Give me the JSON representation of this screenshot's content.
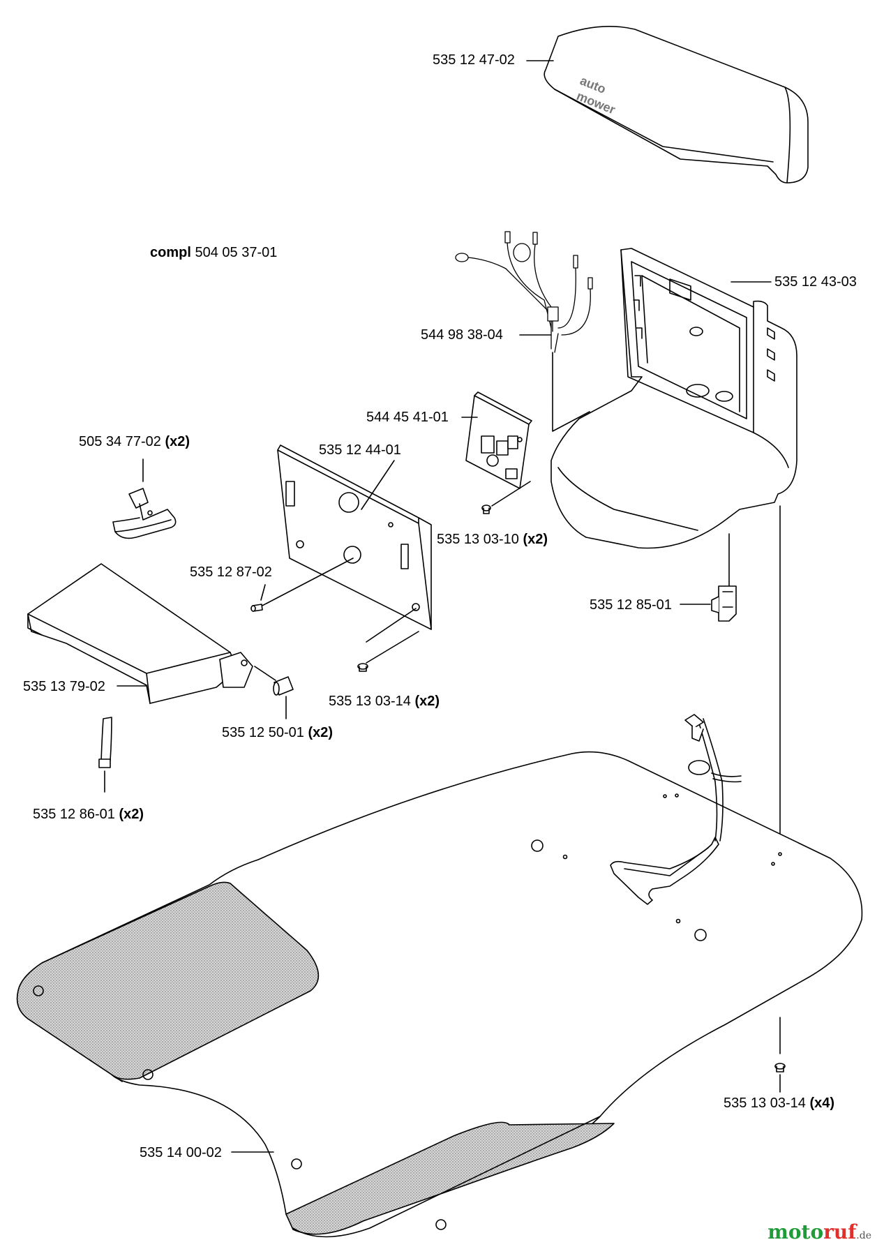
{
  "compl": {
    "prefix": "compl",
    "number": "504 05 37-01"
  },
  "cover_logo_text": [
    "auto",
    "mower"
  ],
  "parts": [
    {
      "id": "cover",
      "number": "535 12 47-02",
      "qty": ""
    },
    {
      "id": "housing",
      "number": "535 12 43-03",
      "qty": ""
    },
    {
      "id": "cable",
      "number": "544 98 38-04",
      "qty": ""
    },
    {
      "id": "pcb",
      "number": "544 45 41-01",
      "qty": ""
    },
    {
      "id": "bracket",
      "number": "505 34 77-02",
      "qty": "(x2)"
    },
    {
      "id": "plate",
      "number": "535 12 44-01",
      "qty": ""
    },
    {
      "id": "screw-pcb",
      "number": "535 13 03-10",
      "qty": "(x2)"
    },
    {
      "id": "pin",
      "number": "535 12 87-02",
      "qty": ""
    },
    {
      "id": "connector",
      "number": "535 12 85-01",
      "qty": ""
    },
    {
      "id": "lid",
      "number": "535 13 79-02",
      "qty": ""
    },
    {
      "id": "screw-plate",
      "number": "535 13 03-14",
      "qty": "(x2)"
    },
    {
      "id": "sleeve",
      "number": "535 12 50-01",
      "qty": "(x2)"
    },
    {
      "id": "strip",
      "number": "535 12 86-01",
      "qty": "(x2)"
    },
    {
      "id": "screw-base",
      "number": "535 13 03-14",
      "qty": "(x4)"
    },
    {
      "id": "base-plate",
      "number": "535 14 00-02",
      "qty": ""
    }
  ],
  "watermark": {
    "brand_a": "moto",
    "brand_b": "ruf",
    "suffix": ".de"
  },
  "colors": {
    "line": "#000000",
    "shade": "#bdbdbd",
    "brand_green": "#1f9b3a",
    "brand_red": "#e0302d"
  }
}
